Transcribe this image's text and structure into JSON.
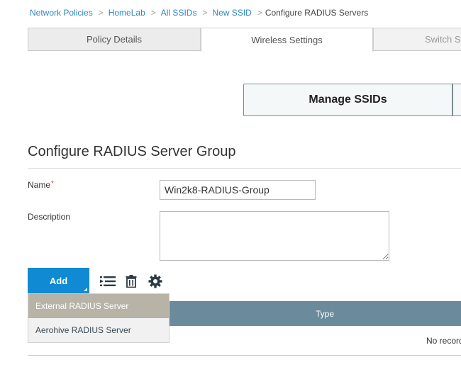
{
  "breadcrumb": {
    "items": [
      "Network Policies",
      "HomeLab",
      "All SSIDs",
      "New SSID"
    ],
    "separator": ">",
    "current": "Configure RADIUS Servers"
  },
  "tabs": [
    {
      "label": "Policy Details"
    },
    {
      "label": "Wireless Settings",
      "selected": true
    },
    {
      "label": "Switch Se"
    }
  ],
  "manage_ssids": {
    "label": "Manage SSIDs"
  },
  "section": {
    "title": "Configure RADIUS Server Group"
  },
  "form": {
    "name_label": "Name",
    "required_mark": "*",
    "name_value": "Win2k8-RADIUS-Group",
    "description_label": "Description",
    "description_value": ""
  },
  "toolbar": {
    "add_label": "Add",
    "icons": [
      "list-icon",
      "trash-icon",
      "gear-icon"
    ]
  },
  "dropdown": {
    "options": [
      "External RADIUS Server",
      "Aerohive RADIUS Server"
    ],
    "highlighted": 0
  },
  "table": {
    "columns": [
      "Type"
    ],
    "empty_text": "No record"
  },
  "colors": {
    "link": "#2f86c4",
    "accent": "#0f8ad3",
    "table_header": "#6b8a9b",
    "dropdown_highlight": "#b7b3a6",
    "required": "#d9342b"
  }
}
